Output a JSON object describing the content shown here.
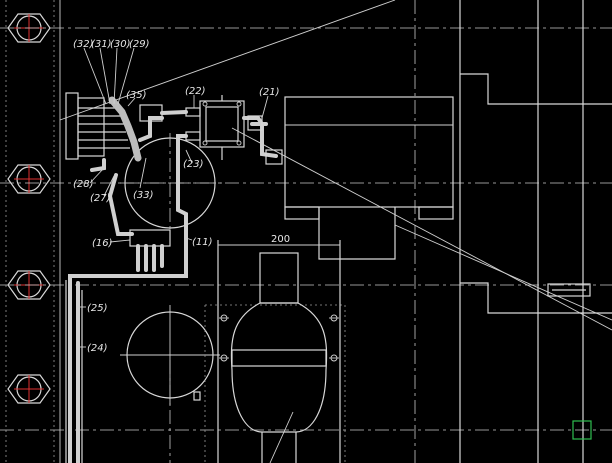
{
  "callouts": {
    "c32": "(32)",
    "c31": "(31)",
    "c30": "(30)",
    "c29": "(29)",
    "c35": "(35)",
    "c22": "(22)",
    "c21": "(21)",
    "c23": "(23)",
    "c28": "(28)",
    "c27": "(27)",
    "c33": "(33)",
    "c16": "(16)",
    "c11": "(11)",
    "c25": "(25)",
    "c24": "(24)"
  },
  "dimension": {
    "width_value": "200"
  },
  "colors": {
    "background": "#000000",
    "linework": "#d8d8d8",
    "centerline_marks": "#e03030",
    "snap_marker": "#2fbf4f"
  }
}
